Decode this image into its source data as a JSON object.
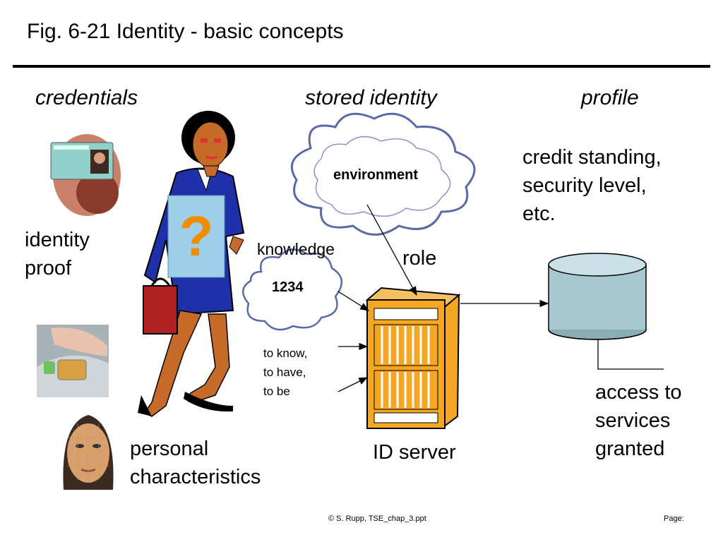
{
  "title": "Fig. 6-21 Identity - basic concepts",
  "headings": {
    "credentials": "credentials",
    "stored_identity": "stored identity",
    "profile": "profile"
  },
  "labels": {
    "identity_proof": "identity\nproof",
    "personal_characteristics": "personal\ncharacteristics",
    "knowledge": "knowledge",
    "pin": "1234",
    "environment": "environment",
    "role": "role",
    "to_know": "to know,\nto have,\nto be",
    "id_server": "ID server",
    "profile_text": "credit standing,\nsecurity level,\netc.",
    "access": "access to\nservices\ngranted",
    "question_mark": "?"
  },
  "footer": {
    "copyright": "© S. Rupp, TSE_chap_3.ppt",
    "page": "Page:"
  },
  "colors": {
    "cloud_fill": "#ffffff",
    "cloud_stroke": "#5a6aa8",
    "server_orange": "#f5a623",
    "db_fill": "#a8c8d0",
    "sign_fill": "#9ecfe8",
    "question_orange": "#f08c00",
    "suit_blue": "#2030a8"
  }
}
